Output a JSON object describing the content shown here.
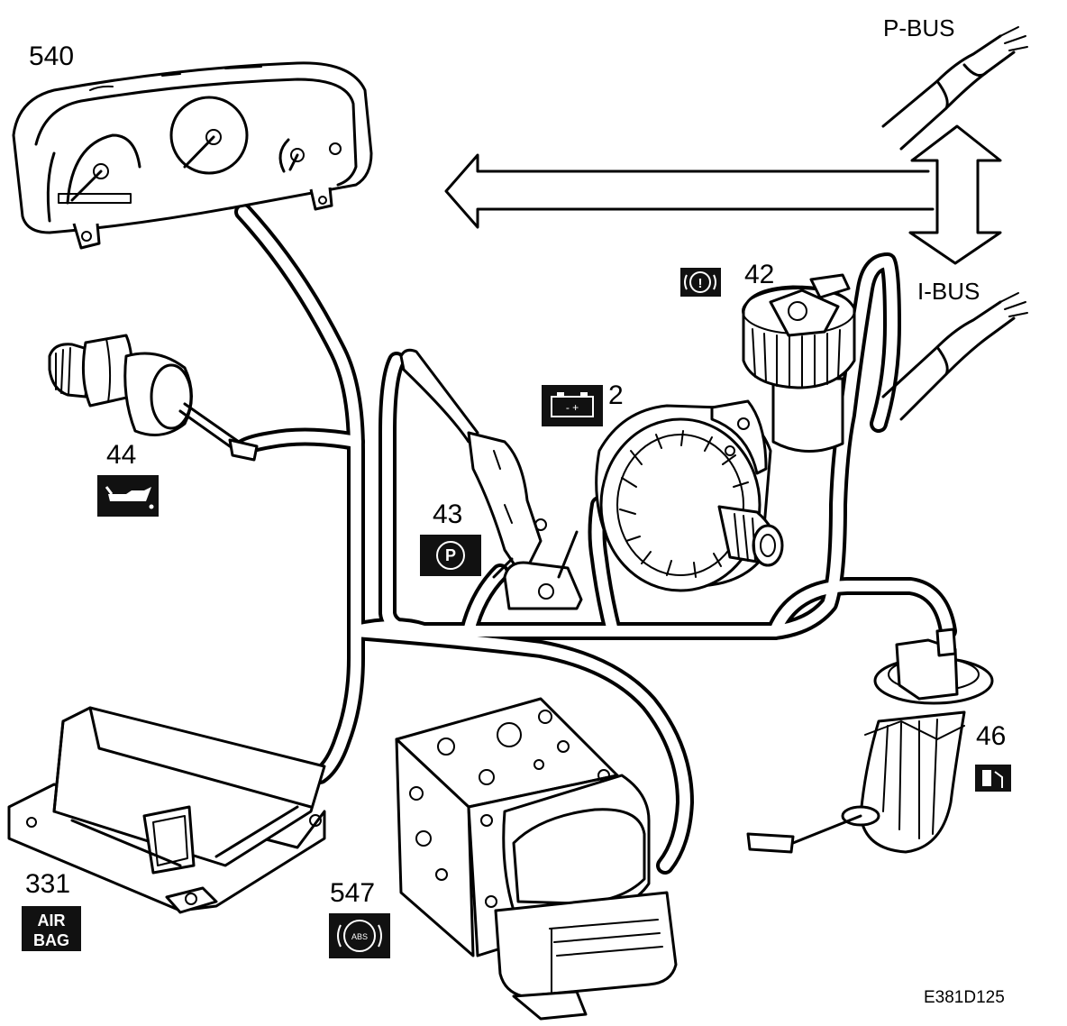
{
  "diagram": {
    "code": "E381D125",
    "bus_labels": {
      "p_bus": "P-BUS",
      "i_bus": "I-BUS"
    },
    "components": [
      {
        "id": "instrument-cluster",
        "number": "540"
      },
      {
        "id": "oil-pressure-switch",
        "number": "44",
        "symbol": "oil-can-icon"
      },
      {
        "id": "handbrake-switch",
        "number": "43",
        "symbol": "parking-brake-icon",
        "badge_text": "P"
      },
      {
        "id": "alternator",
        "number": "2",
        "symbol": "battery-icon",
        "battery_marks": "- +"
      },
      {
        "id": "brake-fluid-reservoir",
        "number": "42",
        "symbol": "brake-warning-icon",
        "badge_text": "!"
      },
      {
        "id": "fuel-pump-sender",
        "number": "46",
        "symbol": "fuel-pump-icon"
      },
      {
        "id": "airbag-control-module",
        "number": "331",
        "badge_text": "AIR BAG",
        "badge_line1": "AIR",
        "badge_line2": "BAG"
      },
      {
        "id": "abs-control-module",
        "number": "547",
        "symbol": "abs-icon",
        "badge_text": "ABS"
      }
    ],
    "colors": {
      "line": "#000000",
      "background": "#ffffff"
    }
  }
}
